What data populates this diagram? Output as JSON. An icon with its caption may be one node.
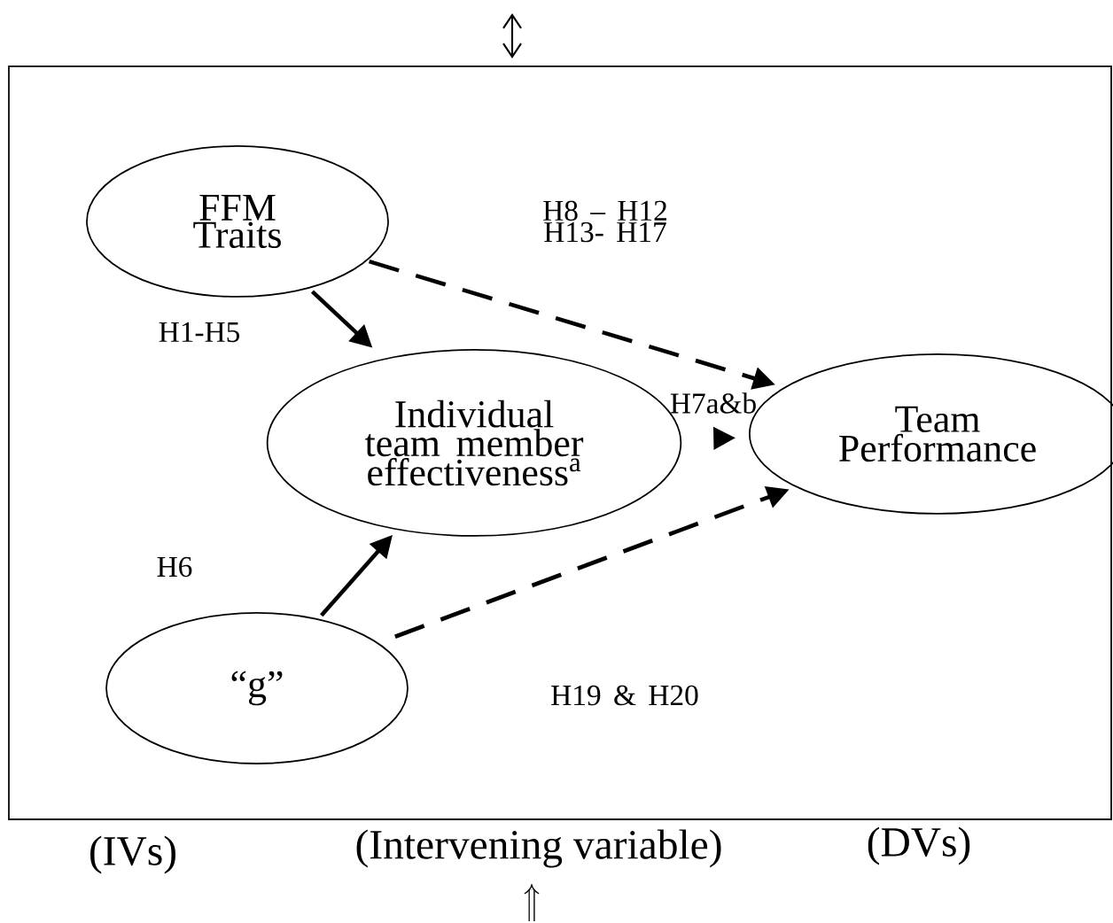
{
  "diagram": {
    "nodes": [
      {
        "text": [
          "FFM Traits"
        ]
      },
      {
        "text": [
          "Individual team member effectiveness$^{a}$"
        ]
      },
      {
        "text": [
          "Team Performance"
        ]
      },
      {
        "text": [
          "“g”"
        ]
      }
    ],
    "edges": [
      {
        "from": 0,
        "to": 1,
        "arrow": "to",
        "label": "H1-H5"
      },
      {
        "from": 0,
        "to": 2,
        "arrow": "to",
        "label": "H8 – H12 H13- H17",
        "style": "dashed"
      },
      {
        "from": 3,
        "to": 1,
        "arrow": "to",
        "label": "H6"
      },
      {
        "from": 1,
        "to": 2,
        "arrow": "to",
        "label": "H7a&b",
        "style": "dashed"
      },
      {
        "from": 3,
        "to": 2,
        "arrow": "to",
        "label": "H19 & H20",
        "style": "dashed"
      }
    ],
    "labels": [
      "(IVs)",
      "(Intervening variable)",
      "(DVs)"
    ]
  }
}
